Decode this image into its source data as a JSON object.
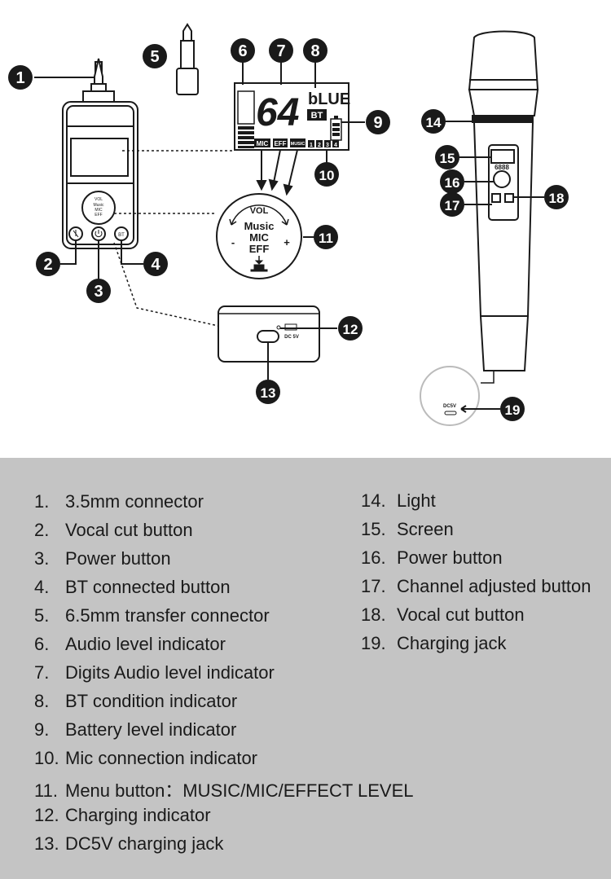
{
  "callouts": [
    "1",
    "2",
    "3",
    "4",
    "5",
    "6",
    "7",
    "8",
    "9",
    "10",
    "11",
    "12",
    "13",
    "14",
    "15",
    "16",
    "17",
    "18",
    "19"
  ],
  "device": {
    "button_bt": "BT",
    "knob_vol": "VOL",
    "knob_music": "Music",
    "knob_mic": "MIC",
    "knob_eff": "EFF",
    "knob_minus": "-",
    "knob_plus": "+"
  },
  "lcd": {
    "digits": "64",
    "blue": "bLUE",
    "bt": "BT",
    "tag_mic": "MIC",
    "tag_eff": "EFF",
    "tag_music": "MUSIC",
    "channels": [
      "1",
      "2",
      "3",
      "4"
    ]
  },
  "charger": {
    "dc_label": "DC 5V"
  },
  "mic": {
    "screen_digits": "6888",
    "dc_label": "DC5V"
  },
  "legend": {
    "left": [
      {
        "num": "1.",
        "text": "3.5mm connector"
      },
      {
        "num": "2.",
        "text": "Vocal cut button"
      },
      {
        "num": "3.",
        "text": "Power button"
      },
      {
        "num": "4.",
        "text": "BT connected button"
      },
      {
        "num": "5.",
        "text": "6.5mm transfer connector"
      },
      {
        "num": "6.",
        "text": "Audio level indicator"
      },
      {
        "num": "7.",
        "text": "Digits Audio level indicator"
      },
      {
        "num": "8.",
        "text": "BT condition indicator"
      },
      {
        "num": "9.",
        "text": "Battery level indicator"
      },
      {
        "num": "10.",
        "text": "Mic connection indicator"
      },
      {
        "num": "11.",
        "text": "Menu button：MUSIC/MIC/EFFECT LEVEL"
      },
      {
        "num": "12.",
        "text": "Charging indicator"
      },
      {
        "num": "13.",
        "text": "DC5V charging jack"
      }
    ],
    "right": [
      {
        "num": "14.",
        "text": "Light"
      },
      {
        "num": "15.",
        "text": "Screen"
      },
      {
        "num": "16.",
        "text": "Power button"
      },
      {
        "num": "17.",
        "text": "Channel adjusted button"
      },
      {
        "num": "18.",
        "text": "Vocal cut button"
      },
      {
        "num": "19.",
        "text": "Charging jack"
      }
    ]
  }
}
